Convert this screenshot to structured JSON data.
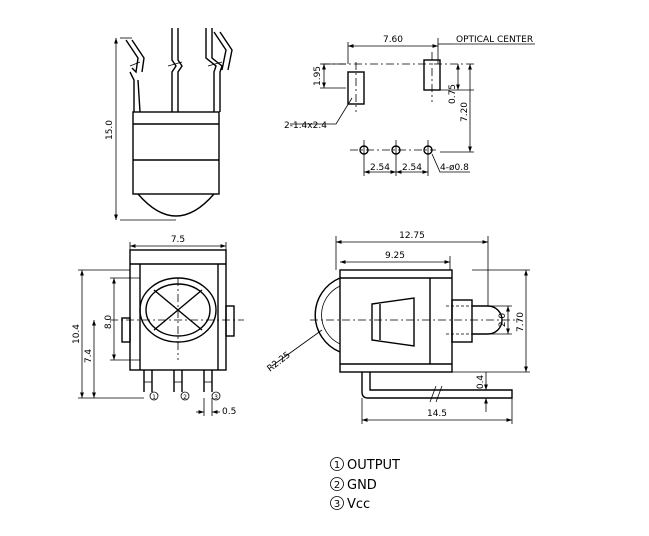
{
  "dimensions": {
    "d760": "7.60",
    "optical_center": "OPTICAL CENTER",
    "d195": "1.95",
    "d075": "0.75",
    "d720": "7.20",
    "pad": "2-1.4x2.4",
    "pitch1": "2.54",
    "pitch2": "2.54",
    "holes": "4-ø0.8",
    "height": "15.0",
    "width": "7.5",
    "h104": "10.4",
    "h80": "8.0",
    "h74": "7.4",
    "d05": "0.5",
    "len1275": "12.75",
    "len925": "9.25",
    "radius": "R2.25",
    "d20": "2.0",
    "d770": "7.70",
    "d04": "0.4",
    "len145": "14.5"
  },
  "pins": {
    "p1": "1",
    "p2": "2",
    "p3": "3"
  },
  "legend": [
    {
      "num": "1",
      "label": "OUTPUT"
    },
    {
      "num": "2",
      "label": "GND"
    },
    {
      "num": "3",
      "label": "Vcc"
    }
  ]
}
